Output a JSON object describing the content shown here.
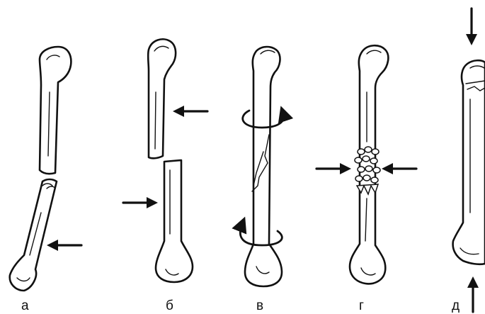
{
  "figure": {
    "panels": [
      {
        "id": "a",
        "label": "а",
        "fracture": "transverse-displaced",
        "arrows": [
          "arrow-left"
        ]
      },
      {
        "id": "b",
        "label": "б",
        "fracture": "shear",
        "arrows": [
          "arrow-left",
          "arrow-right"
        ]
      },
      {
        "id": "v",
        "label": "в",
        "fracture": "spiral",
        "arrows": [
          "twist-arrow",
          "twist-arrow"
        ]
      },
      {
        "id": "g",
        "label": "г",
        "fracture": "comminuted",
        "arrows": [
          "arrow-right",
          "arrow-left"
        ]
      },
      {
        "id": "d",
        "label": "д",
        "fracture": "impacted",
        "arrows": [
          "arrow-down",
          "arrow-up"
        ]
      }
    ],
    "colors": {
      "ink": "#111111",
      "background": "#ffffff"
    }
  }
}
